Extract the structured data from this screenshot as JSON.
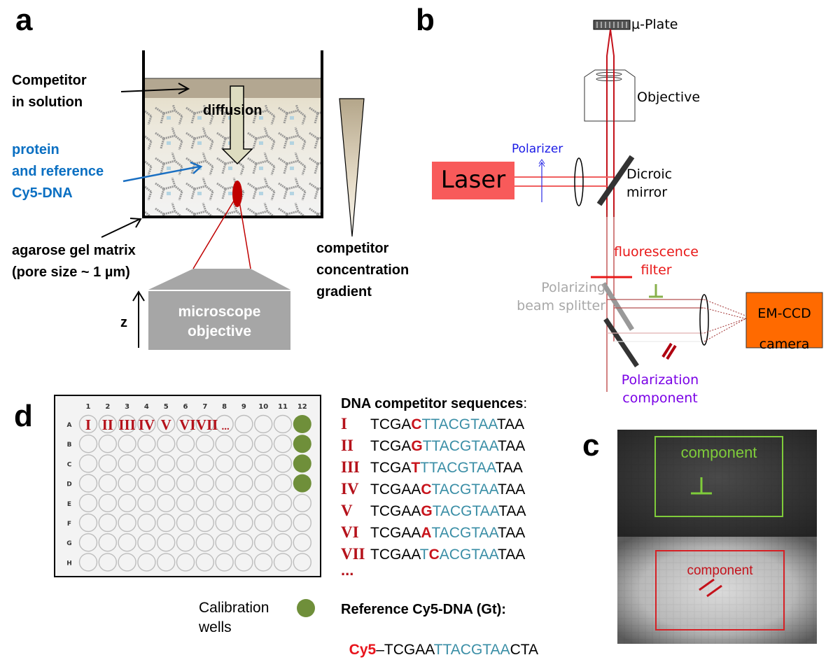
{
  "panels": {
    "a": {
      "letter": "a",
      "competitor_label": [
        "Competitor",
        "in solution"
      ],
      "diffusion_label": "diffusion",
      "protein_label": [
        "protein",
        "and reference",
        "Cy5-DNA"
      ],
      "gel_label": [
        "agarose gel matrix",
        "(pore size  ~ 1 µm)"
      ],
      "objective_label": [
        "microscope",
        "objective"
      ],
      "z_label": "z",
      "gradient_label": [
        "competitor",
        "concentration",
        "gradient"
      ]
    },
    "b": {
      "letter": "b",
      "plate_label": "µ-Plate",
      "objective_label": "Objective",
      "polarizer_label": "Polarizer",
      "laser_label": "Laser",
      "dichroic_label": [
        "Dicroic",
        "mirror"
      ],
      "fluorescence_label": [
        "fluorescence",
        "filter"
      ],
      "pbs_label": [
        "Polarizing",
        "beam splitter"
      ],
      "camera_label": [
        "EM-CCD",
        "camera"
      ],
      "polarization_label": [
        "Polarization",
        "component"
      ]
    },
    "c": {
      "letter": "c",
      "perp_label": "component",
      "perp_symbol": "⊥",
      "par_label": "component",
      "par_symbol": "//"
    },
    "d": {
      "letter": "d",
      "plate": {
        "columns": [
          "1",
          "2",
          "3",
          "4",
          "5",
          "6",
          "7",
          "8",
          "9",
          "10",
          "11",
          "12"
        ],
        "rows": [
          "A",
          "B",
          "C",
          "D",
          "E",
          "F",
          "G",
          "H"
        ],
        "row_a_labels": [
          "I",
          "II",
          "III",
          "IV",
          "V",
          "VI",
          "VII",
          "..."
        ],
        "calibration_wells": [
          "A12",
          "B12",
          "C12",
          "D12"
        ]
      },
      "legend_label": [
        "Calibration",
        "wells"
      ],
      "sequences_title": "DNA competitor sequences",
      "sequences_colon": ":",
      "sequences": [
        {
          "id": "I",
          "pre": "TCGA",
          "mut": "C",
          "core": "TTACGTAA",
          "post": "TAA"
        },
        {
          "id": "II",
          "pre": "TCGA",
          "mut": "G",
          "core": "TTACGTAA",
          "post": "TAA"
        },
        {
          "id": "III",
          "pre": "TCGA",
          "mut": "T",
          "core": "TTACGTAA",
          "post": "TAA"
        },
        {
          "id": "IV",
          "pre": "TCGAA",
          "mut": "C",
          "core": "TACGTAA",
          "post": "TAA"
        },
        {
          "id": "V",
          "pre": "TCGAA",
          "mut": "G",
          "core": "TACGTAA",
          "post": "TAA"
        },
        {
          "id": "VI",
          "pre": "TCGAA",
          "mut": "A",
          "core": "TACGTAA",
          "post": "TAA"
        },
        {
          "id": "VII",
          "pre": "TCGAA",
          "pre_teal": "T",
          "mut": "C",
          "core": "ACGTAA",
          "post": "TAA"
        }
      ],
      "ellipsis": "...",
      "reference_title": "Reference Cy5-DNA (Gt):",
      "reference": {
        "dye": "Cy5",
        "dash": "–",
        "pre": "TCGAA",
        "core": "TTACGTAA",
        "post": "CTA"
      }
    }
  },
  "colors": {
    "red_beam": "#d0121b",
    "laser": "#f85a5a",
    "camera": "#ff6a00",
    "polarizer_blue": "#1a1ae6",
    "purple": "#7a00e6",
    "green": "#6f8f3a",
    "teal": "#3a8ea6",
    "roman_red": "#b5121b",
    "cy5_red": "#e8141c"
  }
}
